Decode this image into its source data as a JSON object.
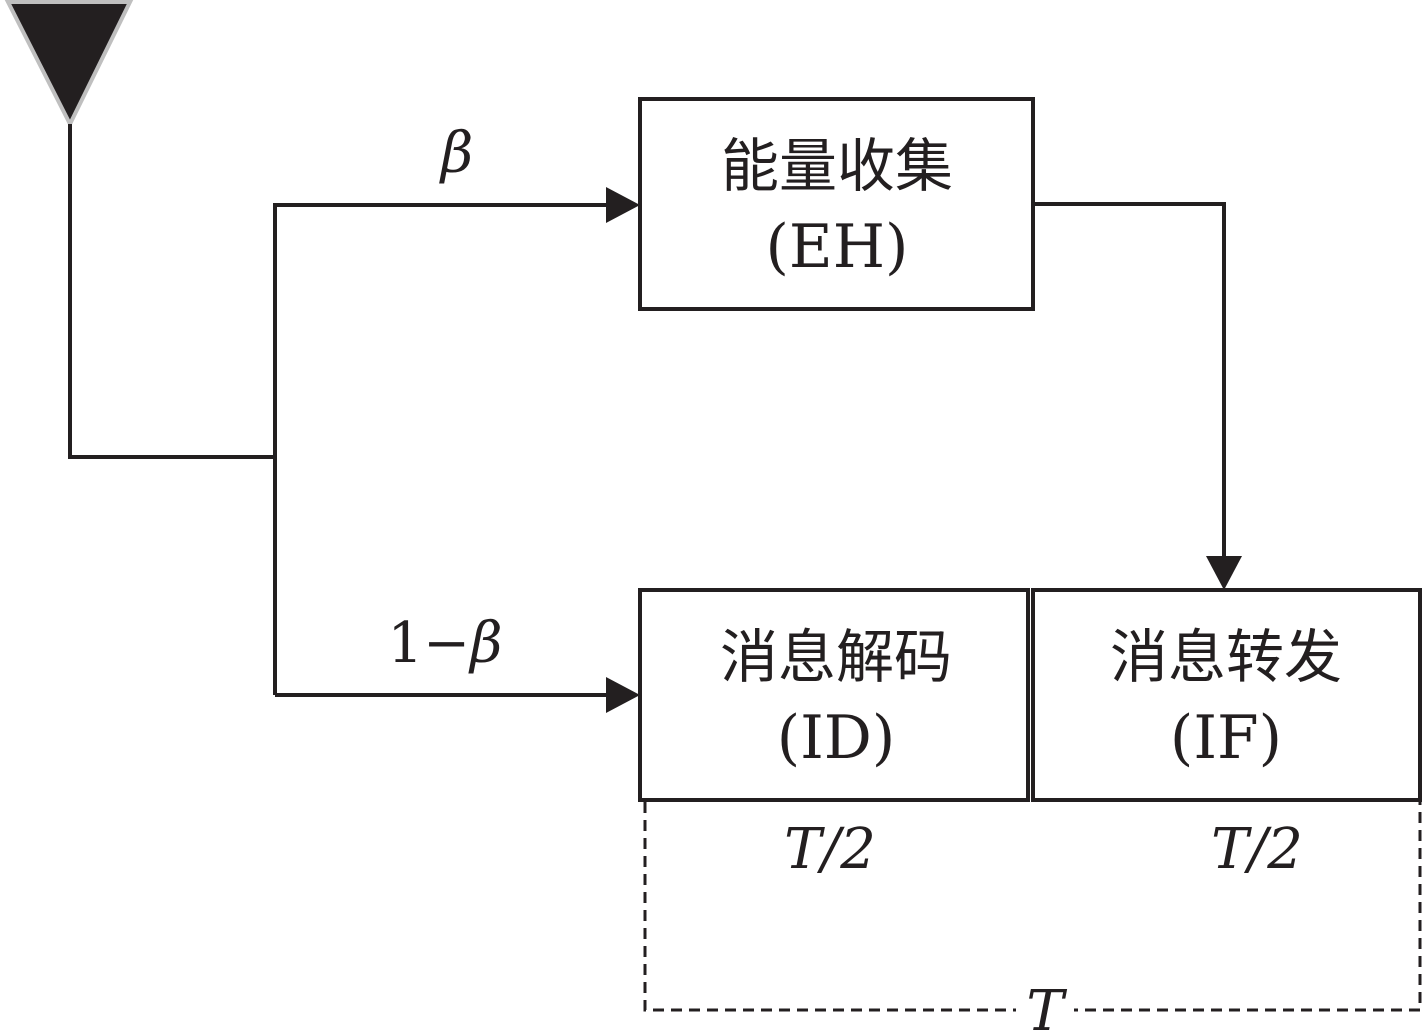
{
  "blocks": {
    "eh": {
      "title": "能量收集",
      "abbr": "(EH)"
    },
    "id": {
      "title": "消息解码",
      "abbr": "(ID)"
    },
    "if": {
      "title": "消息转发",
      "abbr": "(IF)"
    }
  },
  "labels": {
    "beta": "β",
    "one_minus": "1−",
    "one_minus_beta_symbol": "β",
    "half_period_id": "T/2",
    "half_period_if": "T/2",
    "period": "T"
  },
  "colors": {
    "ink": "#231f20",
    "antenna_outline": "#bfbfbf",
    "background": "#ffffff"
  }
}
